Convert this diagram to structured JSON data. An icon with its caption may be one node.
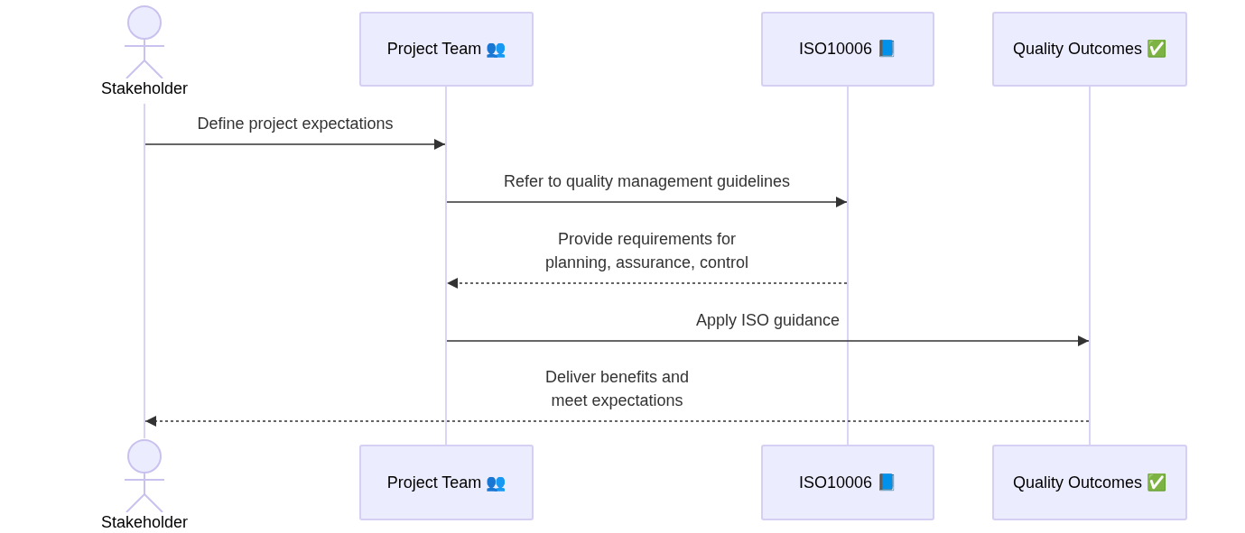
{
  "diagram": {
    "nodes": [
      {
        "text": [
          "Stakeholder"
        ]
      },
      {
        "text": [
          "Project Team 👥"
        ]
      },
      {
        "text": [
          "ISO10006 📘"
        ]
      },
      {
        "text": [
          "Quality Outcomes ✅"
        ]
      },
      {
        "text": [],
        "shape": "bar"
      },
      {
        "text": [],
        "shape": "bar"
      },
      {
        "text": [],
        "shape": "bar"
      },
      {
        "text": [],
        "shape": "bar"
      },
      {
        "text": [
          "Stakeholder"
        ]
      },
      {
        "text": [
          "Project Team 👥"
        ]
      },
      {
        "text": [
          "ISO10006 📘"
        ]
      },
      {
        "text": [
          "Quality Outcomes ✅"
        ]
      }
    ],
    "edges": [
      {
        "from": 4,
        "to": 5,
        "arrow": "to",
        "label": "Define project expectations"
      },
      {
        "from": 5,
        "to": 6,
        "arrow": "to",
        "label": "Refer to quality management guidelines"
      },
      {
        "from": 6,
        "to": 5,
        "arrow": "to",
        "style": "dashed",
        "label": "Provide requirements for planning, assurance, control"
      },
      {
        "from": 5,
        "to": 7,
        "arrow": "to",
        "label": "Apply ISO guidance"
      },
      {
        "from": 7,
        "to": 4,
        "arrow": "to",
        "style": "dashed",
        "label": "Deliver benefits and meet expectations"
      }
    ]
  }
}
